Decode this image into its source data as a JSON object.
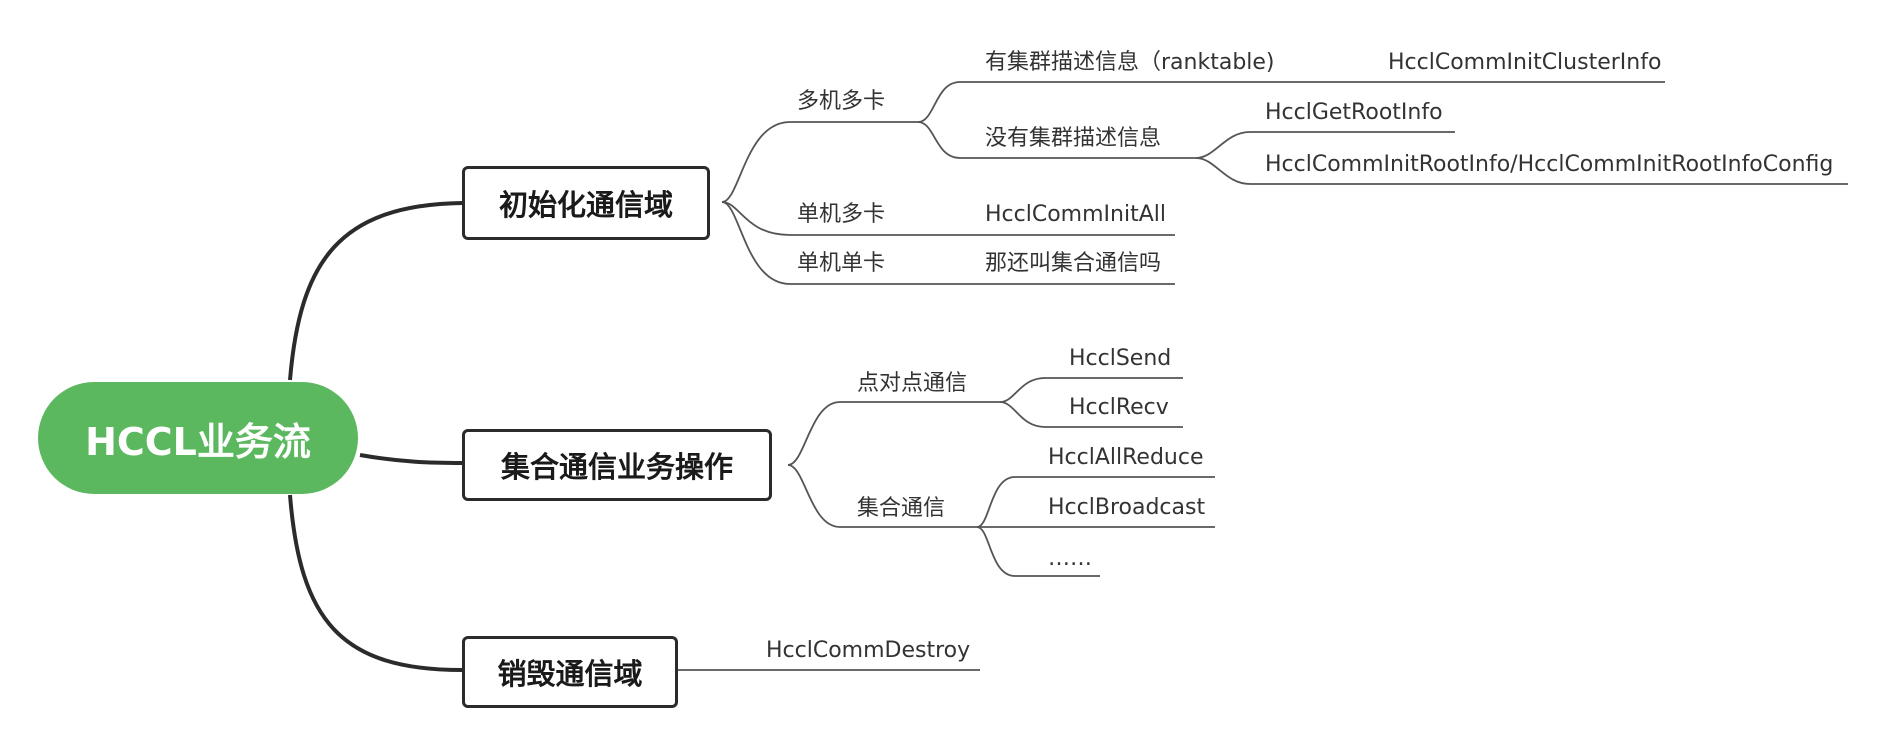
{
  "colors": {
    "root_fill": "#5cb85f",
    "line": "#2b2b2b",
    "text": "#333333"
  },
  "root": {
    "label": "HCCL业务流"
  },
  "branches": [
    {
      "label": "初始化通信域",
      "children": [
        {
          "label": "多机多卡",
          "children": [
            {
              "label": "有集群描述信息（ranktable)",
              "children": [
                {
                  "label": "HcclCommInitClusterInfo"
                }
              ]
            },
            {
              "label": "没有集群描述信息",
              "children": [
                {
                  "label": "HcclGetRootInfo"
                },
                {
                  "label": "HcclCommInitRootInfo/HcclCommInitRootInfoConfig"
                }
              ]
            }
          ]
        },
        {
          "label": "单机多卡",
          "children": [
            {
              "label": "HcclCommInitAll"
            }
          ]
        },
        {
          "label": "单机单卡",
          "children": [
            {
              "label": "那还叫集合通信吗"
            }
          ]
        }
      ]
    },
    {
      "label": "集合通信业务操作",
      "children": [
        {
          "label": "点对点通信",
          "children": [
            {
              "label": "HcclSend"
            },
            {
              "label": "HcclRecv"
            }
          ]
        },
        {
          "label": "集合通信",
          "children": [
            {
              "label": "HcclAllReduce"
            },
            {
              "label": "HcclBroadcast"
            },
            {
              "label": "……"
            }
          ]
        }
      ]
    },
    {
      "label": "销毁通信域",
      "children": [
        {
          "label": "HcclCommDestroy"
        }
      ]
    }
  ]
}
